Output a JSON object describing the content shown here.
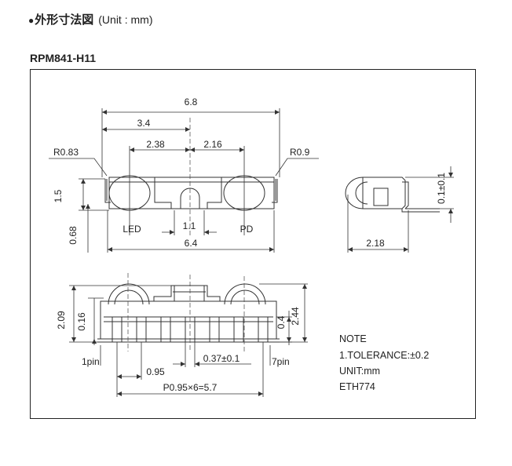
{
  "heading": {
    "bullet": "●",
    "title": "外形寸法図",
    "unit": "(Unit : mm)"
  },
  "part_number": "RPM841-H11",
  "dims": {
    "overall_width": "6.8",
    "half_width": "3.4",
    "led_offset": "2.38",
    "pd_offset": "2.16",
    "radius_left": "R0.83",
    "radius_right": "R0.9",
    "height_1_5": "1.5",
    "height_0_68": "0.68",
    "led_label": "LED",
    "pd_label": "PD",
    "center_width": "1.1",
    "body_width": "6.4",
    "side_height": "0.1±0.1",
    "side_width": "2.18",
    "bottom_total_height": "2.09",
    "bottom_lead_height": "0.16",
    "bottom_lead_thk": "0.4",
    "bottom_right_height": "2.44",
    "pin1": "1pin",
    "pin7": "7pin",
    "pin_spacing": "0.95",
    "lead_width": "0.37±0.1",
    "pitch_total": "P0.95×6=5.7"
  },
  "note": {
    "title": "NOTE",
    "tolerance": "1.TOLERANCE:±0.2",
    "unit": "UNIT:mm",
    "code": "ETH774"
  }
}
